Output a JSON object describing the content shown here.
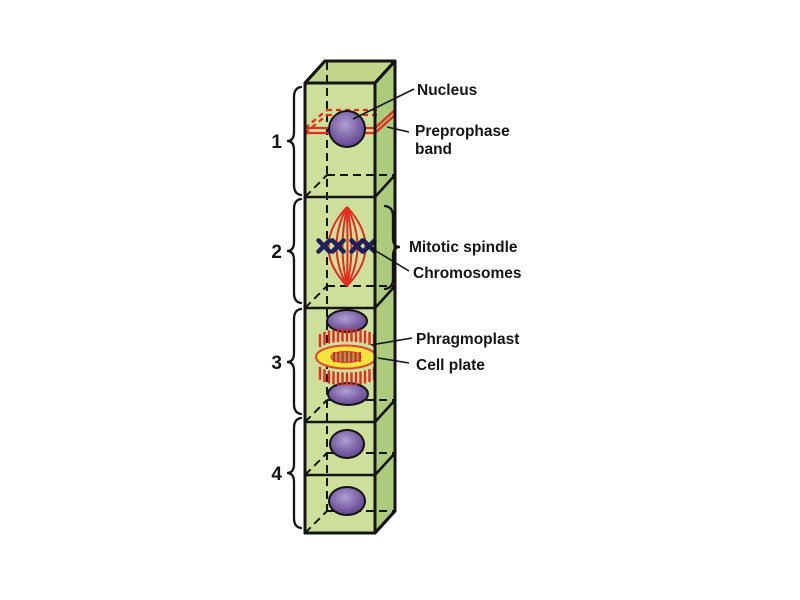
{
  "labels": {
    "nucleus": "Nucleus",
    "preprophase_line1": "Preprophase",
    "preprophase_line2": "band",
    "mitotic_spindle": "Mitotic spindle",
    "chromosomes": "Chromosomes",
    "phragmoplast": "Phragmoplast",
    "cell_plate": "Cell plate"
  },
  "stages": [
    {
      "number": "1"
    },
    {
      "number": "2"
    },
    {
      "number": "3"
    },
    {
      "number": "4"
    }
  ],
  "colors": {
    "cell_front": "#cddf9a",
    "cell_top": "#c2d58a",
    "cell_side": "#accb7c",
    "outline": "#141414",
    "band_red": "#e02d1f",
    "chromosome_navy": "#1f2058",
    "plate_yellow": "#f4e43c",
    "plate_rim": "#e0452a",
    "plate_inner": "#8fae5e",
    "nucleus_light": "#b09fd2",
    "nucleus_mid": "#8168ab",
    "nucleus_dark": "#5c4190",
    "label_color": "#151515"
  }
}
